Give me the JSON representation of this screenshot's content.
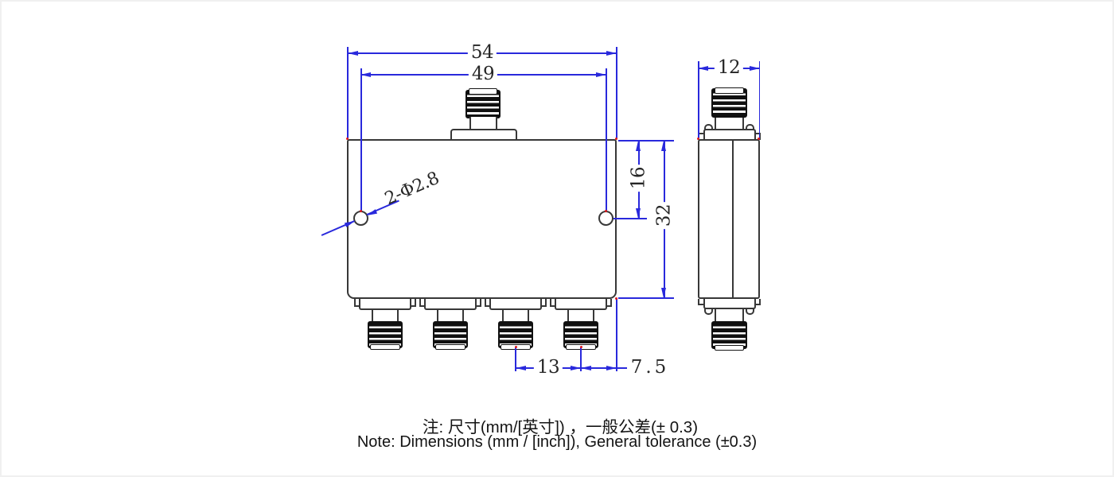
{
  "drawing": {
    "dims": {
      "overall_width": "54",
      "hole_span": "49",
      "side_width": "12",
      "hole_offset_from_top": "16",
      "body_height": "32",
      "port_pitch": "13",
      "port_edge_offset": "7.5",
      "mounting_hole_callout": "2-Φ2.8"
    },
    "notes": {
      "zh": "注: 尺寸(mm/[英寸]) ，一般公差(± 0.3)",
      "en": "Note: Dimensions (mm / [inch]), General tolerance (±0.3)"
    },
    "colors": {
      "dimension_blue": "#2929dc",
      "outline": "#383838",
      "defpoint_red": "#e01b1b"
    }
  }
}
